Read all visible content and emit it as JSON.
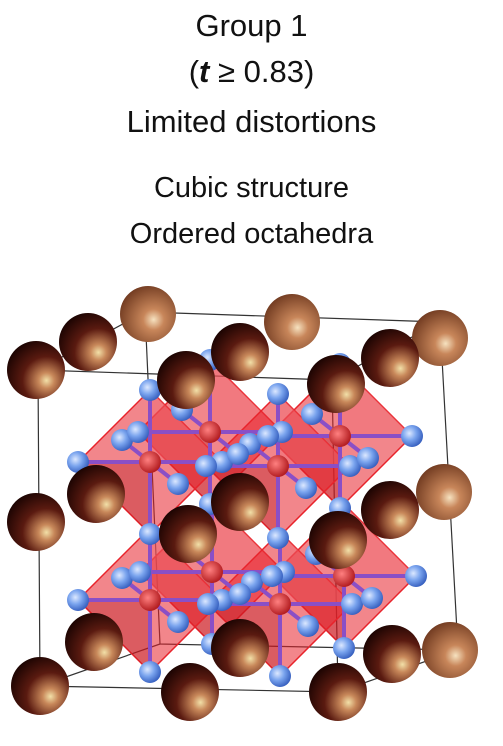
{
  "title": {
    "line1": "Group 1",
    "line2_open": "(",
    "line2_var": "t",
    "line2_rest": " ≥ 0.83)",
    "line3": "Limited distortions"
  },
  "subtitle": {
    "line1": "Cubic structure",
    "line2": "Ordered octahedra"
  },
  "colors": {
    "a_site_dark": "#3a0a06",
    "a_site_light": "#b06a3a",
    "octahedron": "#e8232b",
    "octahedron_face": "#f06a70",
    "anion": "#5d8fe6",
    "b_site_center": "#cc1a1a",
    "unit_cell": "#333333"
  }
}
